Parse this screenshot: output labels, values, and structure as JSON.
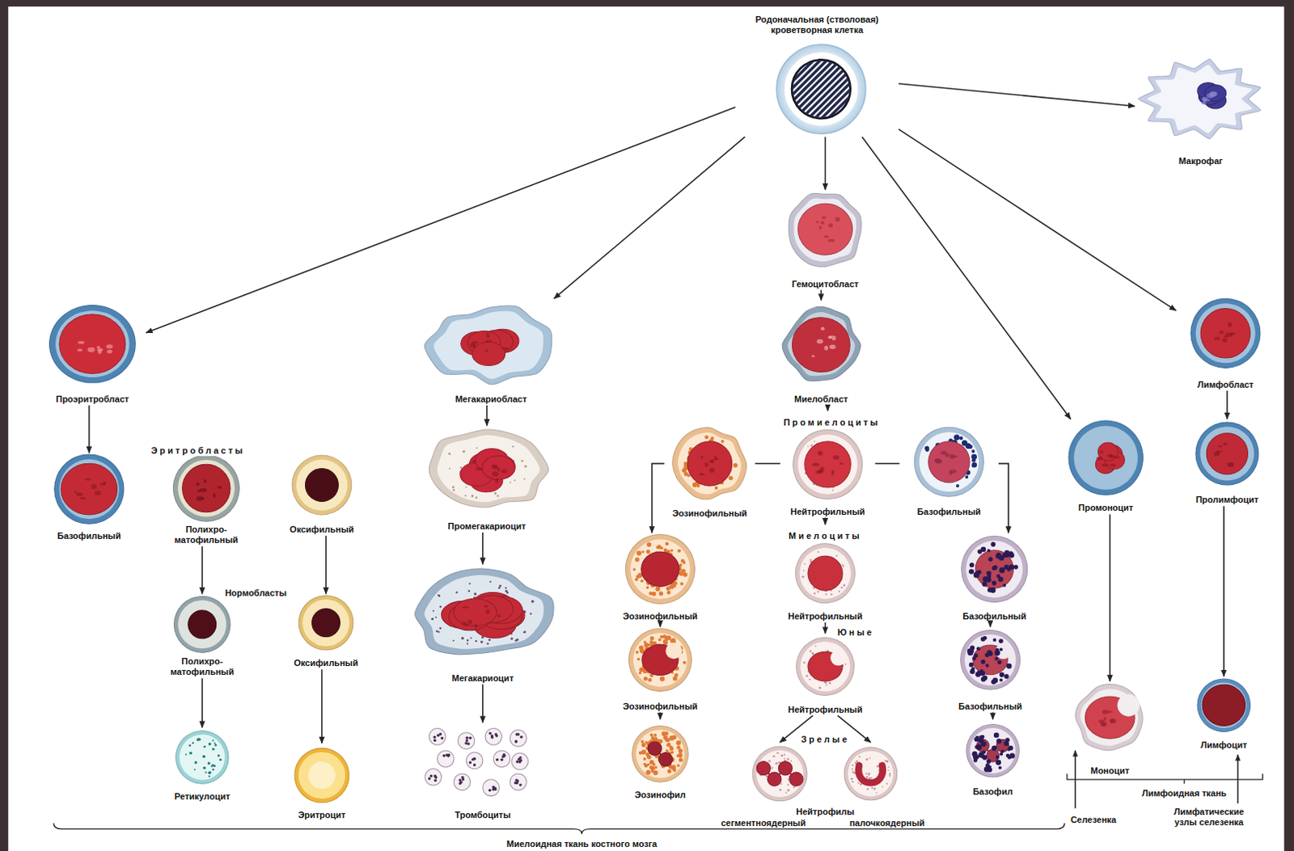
{
  "diagram": {
    "nodes": [
      {
        "text": [
          "Родоначальная (стволовая) кроветворная клетка"
        ]
      },
      {
        "text": [
          "Макрофаг"
        ]
      },
      {
        "text": [
          "Гемоцитобласт"
        ]
      },
      {
        "text": [
          "Проэритробласт"
        ]
      },
      {
        "text": [
          "Мегакариобласт"
        ]
      },
      {
        "text": [
          "Миелобласт"
        ]
      },
      {
        "text": [
          "Лимфобласт"
        ]
      },
      {
        "text": [
          "Базофильный"
        ]
      },
      {
        "text": [
          "Полихро- матофильный"
        ]
      },
      {
        "text": [
          "Оксифильный"
        ]
      },
      {
        "text": [
          "Промегакариоцит"
        ]
      },
      {
        "text": [
          "Эозинофильный"
        ]
      },
      {
        "text": [
          "Нейтрофильный"
        ]
      },
      {
        "text": [
          "Базофильный"
        ]
      },
      {
        "text": [
          "Промоноцит"
        ]
      },
      {
        "text": [
          "Пролимфоцит"
        ]
      },
      {
        "text": [
          "Эозинофильный"
        ]
      },
      {
        "text": [
          "Нейтрофильный"
        ]
      },
      {
        "text": [
          "Базофильный"
        ]
      },
      {
        "text": [
          "Полихро- матофильный"
        ]
      },
      {
        "text": [
          "Оксифильный"
        ]
      },
      {
        "text": [
          "Мегакариоцит"
        ]
      },
      {
        "text": [
          "Эозинофильный"
        ]
      },
      {
        "text": [
          "Нейтрофильный"
        ]
      },
      {
        "text": [
          "Базофильный"
        ]
      },
      {
        "text": [
          "Лимфоцит"
        ]
      },
      {
        "text": [
          "Моноцит"
        ]
      },
      {
        "text": [
          "Ретикулоцит"
        ]
      },
      {
        "text": [
          "Эритроцит"
        ]
      },
      {
        "text": [
          "Тромбоциты"
        ]
      },
      {
        "text": [
          "Эозинофил"
        ]
      },
      {
        "text": [
          "сегментноядерный"
        ]
      },
      {
        "text": [
          "палочкоядерный"
        ]
      },
      {
        "text": [
          "Базофил"
        ]
      }
    ],
    "edges": [
      {
        "from": 0,
        "to": 1,
        "arrow": "to"
      },
      {
        "from": 0,
        "to": 2,
        "arrow": "to"
      },
      {
        "from": 0,
        "to": 3,
        "arrow": "to"
      },
      {
        "from": 0,
        "to": 4,
        "arrow": "to"
      },
      {
        "from": 0,
        "to": 6,
        "arrow": "to"
      },
      {
        "from": 0,
        "to": 14,
        "arrow": "to"
      },
      {
        "from": 3,
        "to": 7,
        "arrow": "to"
      },
      {
        "from": 8,
        "to": 19,
        "arrow": "to"
      },
      {
        "from": 9,
        "to": 20,
        "arrow": "to"
      },
      {
        "from": 19,
        "to": 27,
        "arrow": "to"
      },
      {
        "from": 20,
        "to": 28,
        "arrow": "to"
      },
      {
        "from": 4,
        "to": 10,
        "arrow": "to"
      },
      {
        "from": 10,
        "to": 21,
        "arrow": "to"
      },
      {
        "from": 21,
        "to": 29,
        "arrow": "to"
      },
      {
        "from": 2,
        "to": 5,
        "arrow": "to"
      },
      {
        "from": 5,
        "to": 12,
        "arrow": "to"
      },
      {
        "from": 12,
        "to": 11,
        "arrow": "none"
      },
      {
        "from": 12,
        "to": 13,
        "arrow": "none"
      },
      {
        "from": 11,
        "to": 16,
        "arrow": "to"
      },
      {
        "from": 13,
        "to": 18,
        "arrow": "to"
      },
      {
        "from": 12,
        "to": 17,
        "arrow": "to"
      },
      {
        "from": 16,
        "to": 22,
        "arrow": "to"
      },
      {
        "from": 22,
        "to": 30,
        "arrow": "to"
      },
      {
        "from": 17,
        "to": 23,
        "arrow": "to"
      },
      {
        "from": 23,
        "to": 31,
        "arrow": "to"
      },
      {
        "from": 23,
        "to": 32,
        "arrow": "to"
      },
      {
        "from": 18,
        "to": 24,
        "arrow": "to"
      },
      {
        "from": 24,
        "to": 33,
        "arrow": "to"
      },
      {
        "from": 14,
        "to": 26,
        "arrow": "to"
      },
      {
        "from": 6,
        "to": 15,
        "arrow": "to"
      },
      {
        "from": 15,
        "to": 25,
        "arrow": "to"
      }
    ],
    "labels": [
      "Эритробласты",
      "Нормобласты",
      "Промиелоциты",
      "Миелоциты",
      "Юные",
      "Зрелые",
      "Нейтрофилы",
      "Лимфоидная ткань",
      "Селезенка",
      "Лимфатические узлы селезенка",
      "Миелоидная ткань костного мозга"
    ]
  }
}
